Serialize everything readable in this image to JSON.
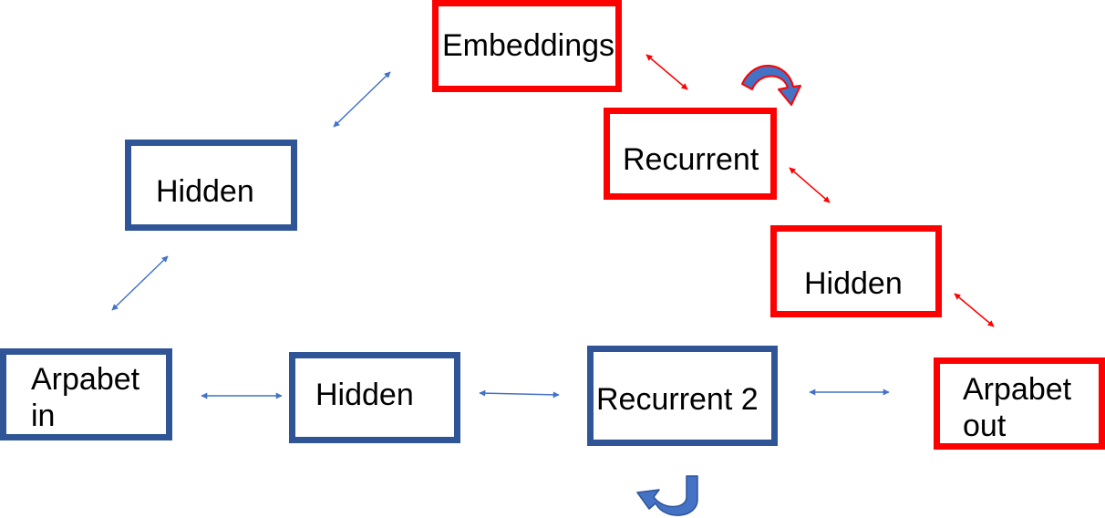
{
  "colors": {
    "blue_border": "#2f5597",
    "red_border": "#ff0000",
    "blue_arrow": "#4472c4",
    "red_arrow": "#ff0000",
    "loop_fill": "#4472c4",
    "loop_stroke": "#ff0000"
  },
  "nodes": {
    "embeddings": "Embeddings",
    "hidden_left": "Hidden",
    "recurrent_top": "Recurrent",
    "hidden_right": "Hidden",
    "arpabet_in": "Arpabet\nin",
    "hidden_bottom": "Hidden",
    "recurrent_2": "Recurrent 2",
    "arpabet_out": "Arpabet\nout"
  }
}
